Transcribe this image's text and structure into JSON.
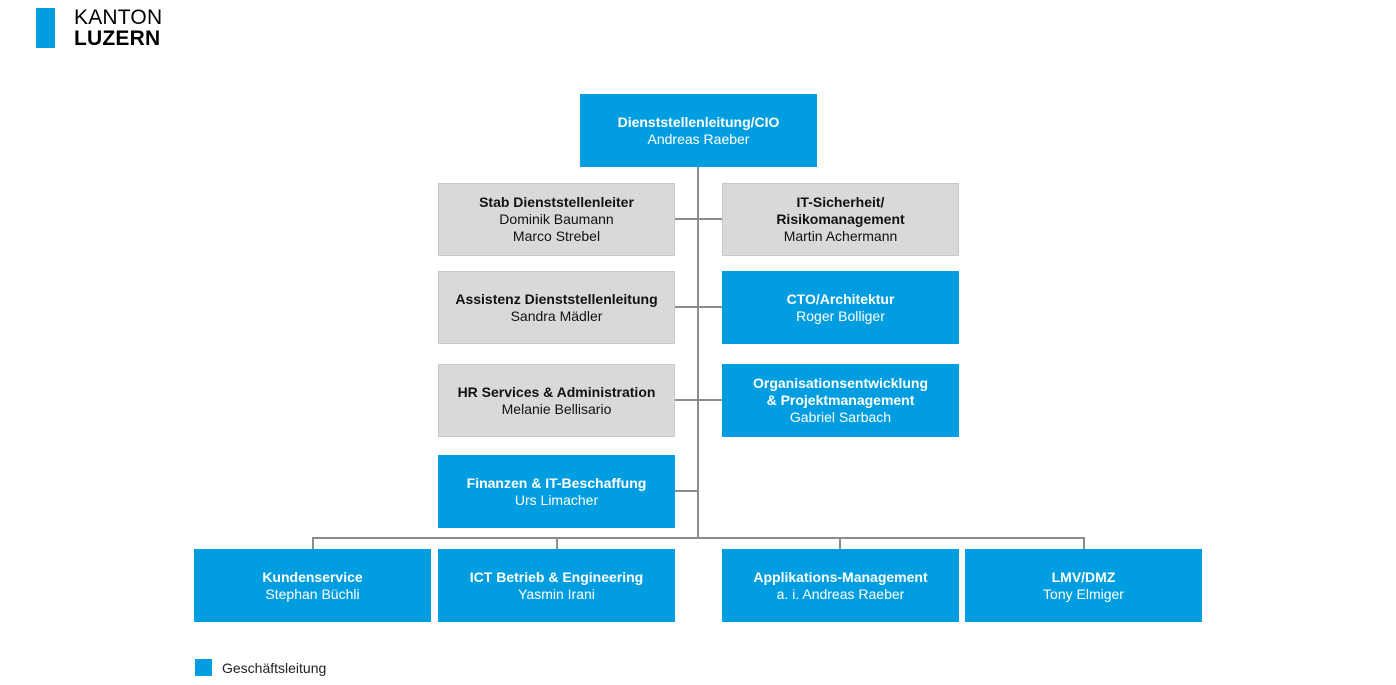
{
  "logo": {
    "line1": "KANTON",
    "line2": "LUZERN"
  },
  "colors": {
    "accent": "#009ee0",
    "staff_box": "#d9d9d9",
    "connector": "#8c8c8c"
  },
  "nodes": {
    "cio": {
      "title": "Dienststellenleitung/CIO",
      "person": "Andreas Raeber",
      "style": "blue"
    },
    "stab": {
      "title": "Stab Dienststellenleiter",
      "person1": "Dominik Baumann",
      "person2": "Marco Strebel",
      "style": "grey"
    },
    "it_sicherheit": {
      "title1": "IT-Sicherheit/",
      "title2": "Risikomanagement",
      "person": "Martin Achermann",
      "style": "grey"
    },
    "assistenz": {
      "title": "Assistenz Dienststellenleitung",
      "person": "Sandra Mädler",
      "style": "grey"
    },
    "cto": {
      "title": "CTO/Architektur",
      "person": "Roger Bolliger",
      "style": "blue"
    },
    "hr": {
      "title": "HR Services & Administration",
      "person": "Melanie Bellisario",
      "style": "grey"
    },
    "orgentwicklung": {
      "title1": "Organisationsentwicklung",
      "title2": "& Projektmanagement",
      "person": "Gabriel Sarbach",
      "style": "blue"
    },
    "finanzen": {
      "title": "Finanzen & IT-Beschaffung",
      "person": "Urs Limacher",
      "style": "blue"
    },
    "kundenservice": {
      "title": "Kundenservice",
      "person": "Stephan Büchli",
      "style": "blue"
    },
    "ict": {
      "title": "ICT Betrieb & Engineering",
      "person": "Yasmin Irani",
      "style": "blue"
    },
    "applikationen": {
      "title": "Applikations-Management",
      "person": "a. i. Andreas Raeber",
      "style": "blue"
    },
    "lmv": {
      "title": "LMV/DMZ",
      "person": "Tony Elmiger",
      "style": "blue"
    }
  },
  "legend": {
    "label": "Geschäftsleitung"
  }
}
